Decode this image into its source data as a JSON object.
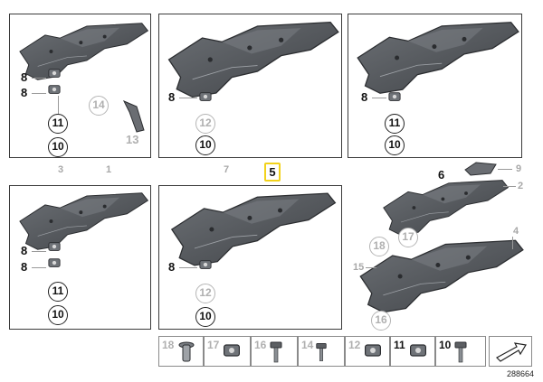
{
  "panels": {
    "p1": {
      "labels": [
        "8",
        "8"
      ],
      "circles": [
        "11",
        "10"
      ],
      "grey_circle": "14",
      "grey_label": "13"
    },
    "p2": {
      "labels": [
        "8"
      ],
      "circles": [
        "10"
      ],
      "grey_circle": "12"
    },
    "p3": {
      "labels": [
        "8"
      ],
      "circles": [
        "11",
        "10"
      ]
    },
    "p4": {
      "labels": [
        "8",
        "8"
      ],
      "circles": [
        "11",
        "10"
      ]
    },
    "p5": {
      "labels": [
        "8"
      ],
      "circles": [
        "10"
      ],
      "grey_circle": "12"
    }
  },
  "top_labels": [
    "3",
    "1",
    "7",
    "6",
    "9",
    "2",
    "4",
    "15"
  ],
  "highlight_label": "5",
  "assembly": {
    "circles": [
      "18",
      "17",
      "16"
    ],
    "label_15": "15"
  },
  "strip": {
    "cells": [
      {
        "label": "18",
        "style": "grey"
      },
      {
        "label": "17",
        "style": "grey"
      },
      {
        "label": "16",
        "style": "grey"
      },
      {
        "label": "14",
        "style": "grey"
      },
      {
        "label": "12",
        "style": "grey"
      },
      {
        "label": "11",
        "style": "dark"
      },
      {
        "label": "10",
        "style": "dark"
      }
    ]
  },
  "reference_number": "288664",
  "colors": {
    "part_fill": "#585b5f",
    "part_edge": "#2b2d30",
    "highlight": "#f2d21c"
  }
}
